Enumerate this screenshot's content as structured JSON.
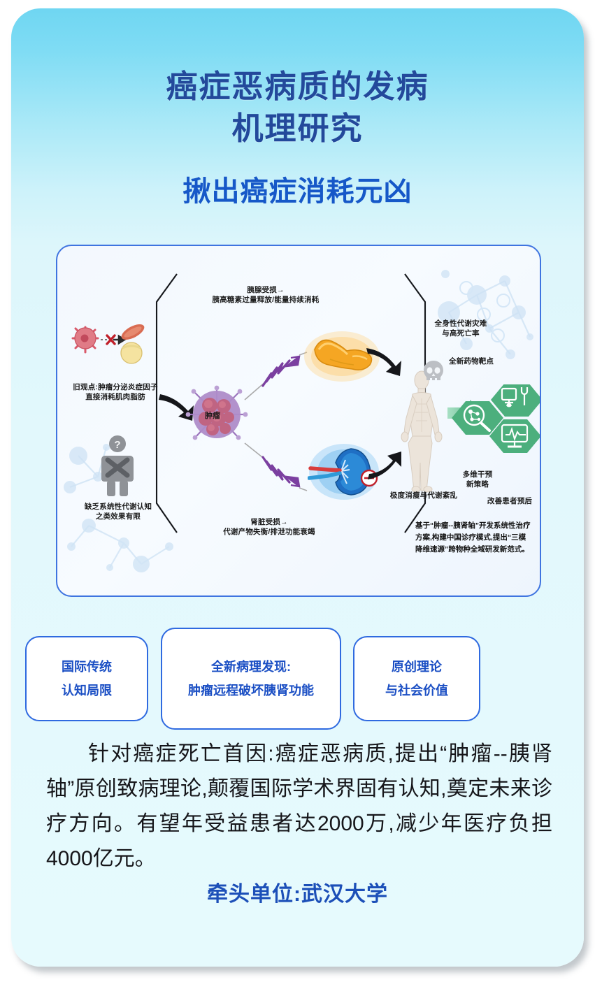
{
  "poster": {
    "title_lines": [
      "癌症恶病质的发病",
      "机理研究"
    ],
    "subtitle": "揪出癌症消耗元凶",
    "title_color": "#23499b",
    "subtitle_color": "#1658c8",
    "bg_top_color": "#6fd6f2",
    "bg_bottom_color": "#e6fafd"
  },
  "diagram": {
    "border_color": "#3f74e0",
    "labels": {
      "old_view": "旧观点:肿瘤分泌炎症因子\n直接消耗肌肉脂肪",
      "lack_cognition": "缺乏系统性代谢认知\n之类效果有限",
      "pancreas_damage": "胰腺受损→\n胰高糖素过量释放/能量持续消耗",
      "kidney_damage": "肾脏受损→\n代谢产物失衡/排泄功能衰竭",
      "tumor": "肿瘤",
      "systemic_disaster": "全身性代谢灾难\n与高死亡率",
      "extreme_wasting": "极度消瘦与代谢紊乱",
      "new_drug_target": "全新药物靶点",
      "multi_intervention": "多维干预\n新策略",
      "improve_prognosis": "改善患者预后",
      "conclusion": "基于“肿瘤--胰肾轴”开发系统性治疗方案,构建中国诊疗模式,提出“三模降维速源”跨物种全域研发新范式。"
    },
    "icon_colors": {
      "tumor_cell": "#a86fc0",
      "pancreas": "#f5a623",
      "kidney": "#2a7fd4",
      "inflammatory_cell": "#d9596a",
      "hexagon_green": "#4caf7d",
      "skull": "#b9bcc2",
      "person_gray": "#8f9297",
      "body_figure": "#ece6dd",
      "zigzag_arrow": "#7b3fa0"
    }
  },
  "cards": [
    {
      "line1": "国际传统",
      "line2": "认知局限"
    },
    {
      "line1": "全新病理发现:",
      "line2": "肿瘤远程破坏胰肾功能"
    },
    {
      "line1": "原创理论",
      "line2": "与社会价值"
    }
  ],
  "summary": {
    "text": "针对癌症死亡首因:癌症恶病质,提出“肿瘤--胰肾轴”原创致病理论,颠覆国际学术界固有认知,奠定未来诊疗方向。有望年受益患者达2000万,减少年医疗负担4000亿元。",
    "beneficiaries": "2000万",
    "cost_saving": "4000亿元"
  },
  "lead_unit": "牵头单位:武汉大学"
}
